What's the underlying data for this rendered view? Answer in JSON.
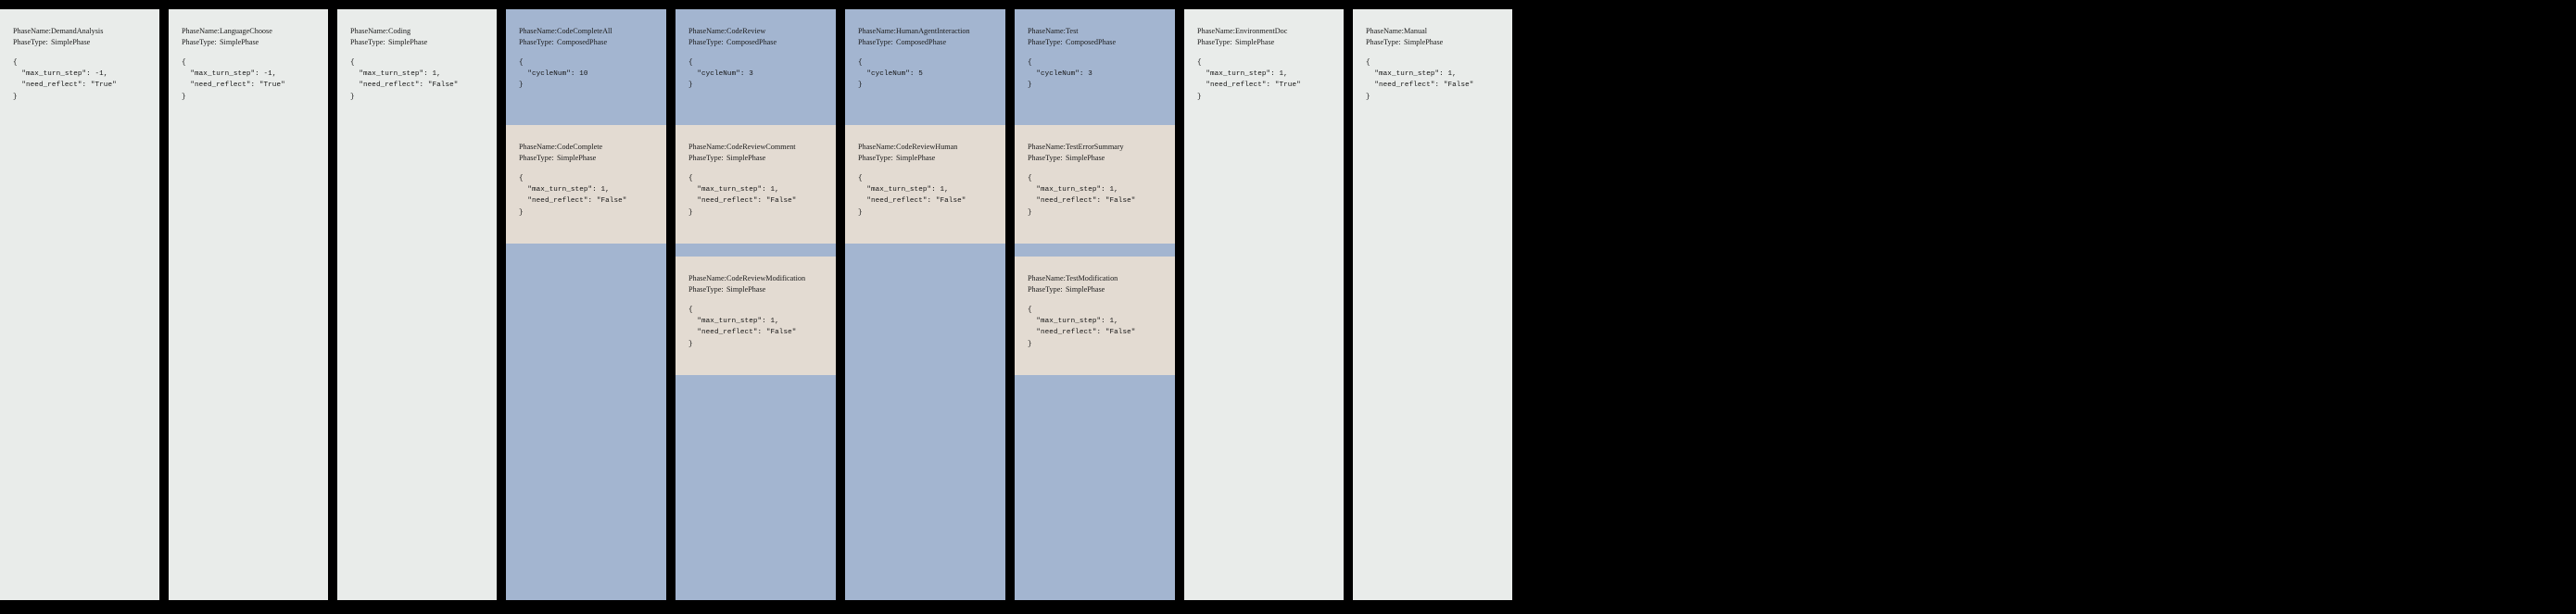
{
  "meta": {
    "label_phase_name": "PhaseName:",
    "label_phase_type": "PhaseType:",
    "type_simple": "SimplePhase",
    "type_composed": "ComposedPhase",
    "colors": {
      "background": "#000000",
      "simple_card": "#e9ecea",
      "composed_card": "#a3b5d0",
      "sub_phase_card": "#e3dbd2",
      "text": "#1a1a1a"
    }
  },
  "columns": [
    {
      "kind": "simple",
      "name": "DemandAnalysis",
      "type": "SimplePhase",
      "config": "{\n  \"max_turn_step\": -1,\n  \"need_reflect\": \"True\"\n}",
      "sub_phases": []
    },
    {
      "kind": "simple",
      "name": "LanguageChoose",
      "type": "SimplePhase",
      "config": "{\n  \"max_turn_step\": -1,\n  \"need_reflect\": \"True\"\n}",
      "sub_phases": []
    },
    {
      "kind": "simple",
      "name": "Coding",
      "type": "SimplePhase",
      "config": "{\n  \"max_turn_step\": 1,\n  \"need_reflect\": \"False\"\n}",
      "sub_phases": []
    },
    {
      "kind": "composed",
      "name": "CodeCompleteAll",
      "type": "ComposedPhase",
      "config": "{\n  \"cycleNum\": 10\n}",
      "sub_phases": [
        {
          "name": "CodeComplete",
          "type": "SimplePhase",
          "config": "{\n  \"max_turn_step\": 1,\n  \"need_reflect\": \"False\"\n}"
        }
      ]
    },
    {
      "kind": "composed",
      "name": "CodeReview",
      "type": "ComposedPhase",
      "config": "{\n  \"cycleNum\": 3\n}",
      "sub_phases": [
        {
          "name": "CodeReviewComment",
          "type": "SimplePhase",
          "config": "{\n  \"max_turn_step\": 1,\n  \"need_reflect\": \"False\"\n}"
        },
        {
          "name": "CodeReviewModification",
          "type": "SimplePhase",
          "config": "{\n  \"max_turn_step\": 1,\n  \"need_reflect\": \"False\"\n}"
        }
      ]
    },
    {
      "kind": "composed",
      "name": "HumanAgentInteraction",
      "type": "ComposedPhase",
      "config": "{\n  \"cycleNum\": 5\n}",
      "sub_phases": [
        {
          "name": "CodeReviewHuman",
          "type": "SimplePhase",
          "config": "{\n  \"max_turn_step\": 1,\n  \"need_reflect\": \"False\"\n}"
        }
      ]
    },
    {
      "kind": "composed",
      "name": "Test",
      "type": "ComposedPhase",
      "config": "{\n  \"cycleNum\": 3\n}",
      "sub_phases": [
        {
          "name": "TestErrorSummary",
          "type": "SimplePhase",
          "config": "{\n  \"max_turn_step\": 1,\n  \"need_reflect\": \"False\"\n}"
        },
        {
          "name": "TestModification",
          "type": "SimplePhase",
          "config": "{\n  \"max_turn_step\": 1,\n  \"need_reflect\": \"False\"\n}"
        }
      ]
    },
    {
      "kind": "simple",
      "name": "EnvironmentDoc",
      "type": "SimplePhase",
      "config": "{\n  \"max_turn_step\": 1,\n  \"need_reflect\": \"True\"\n}",
      "sub_phases": []
    },
    {
      "kind": "simple",
      "name": "Manual",
      "type": "SimplePhase",
      "config": "{\n  \"max_turn_step\": 1,\n  \"need_reflect\": \"False\"\n}",
      "sub_phases": []
    }
  ]
}
